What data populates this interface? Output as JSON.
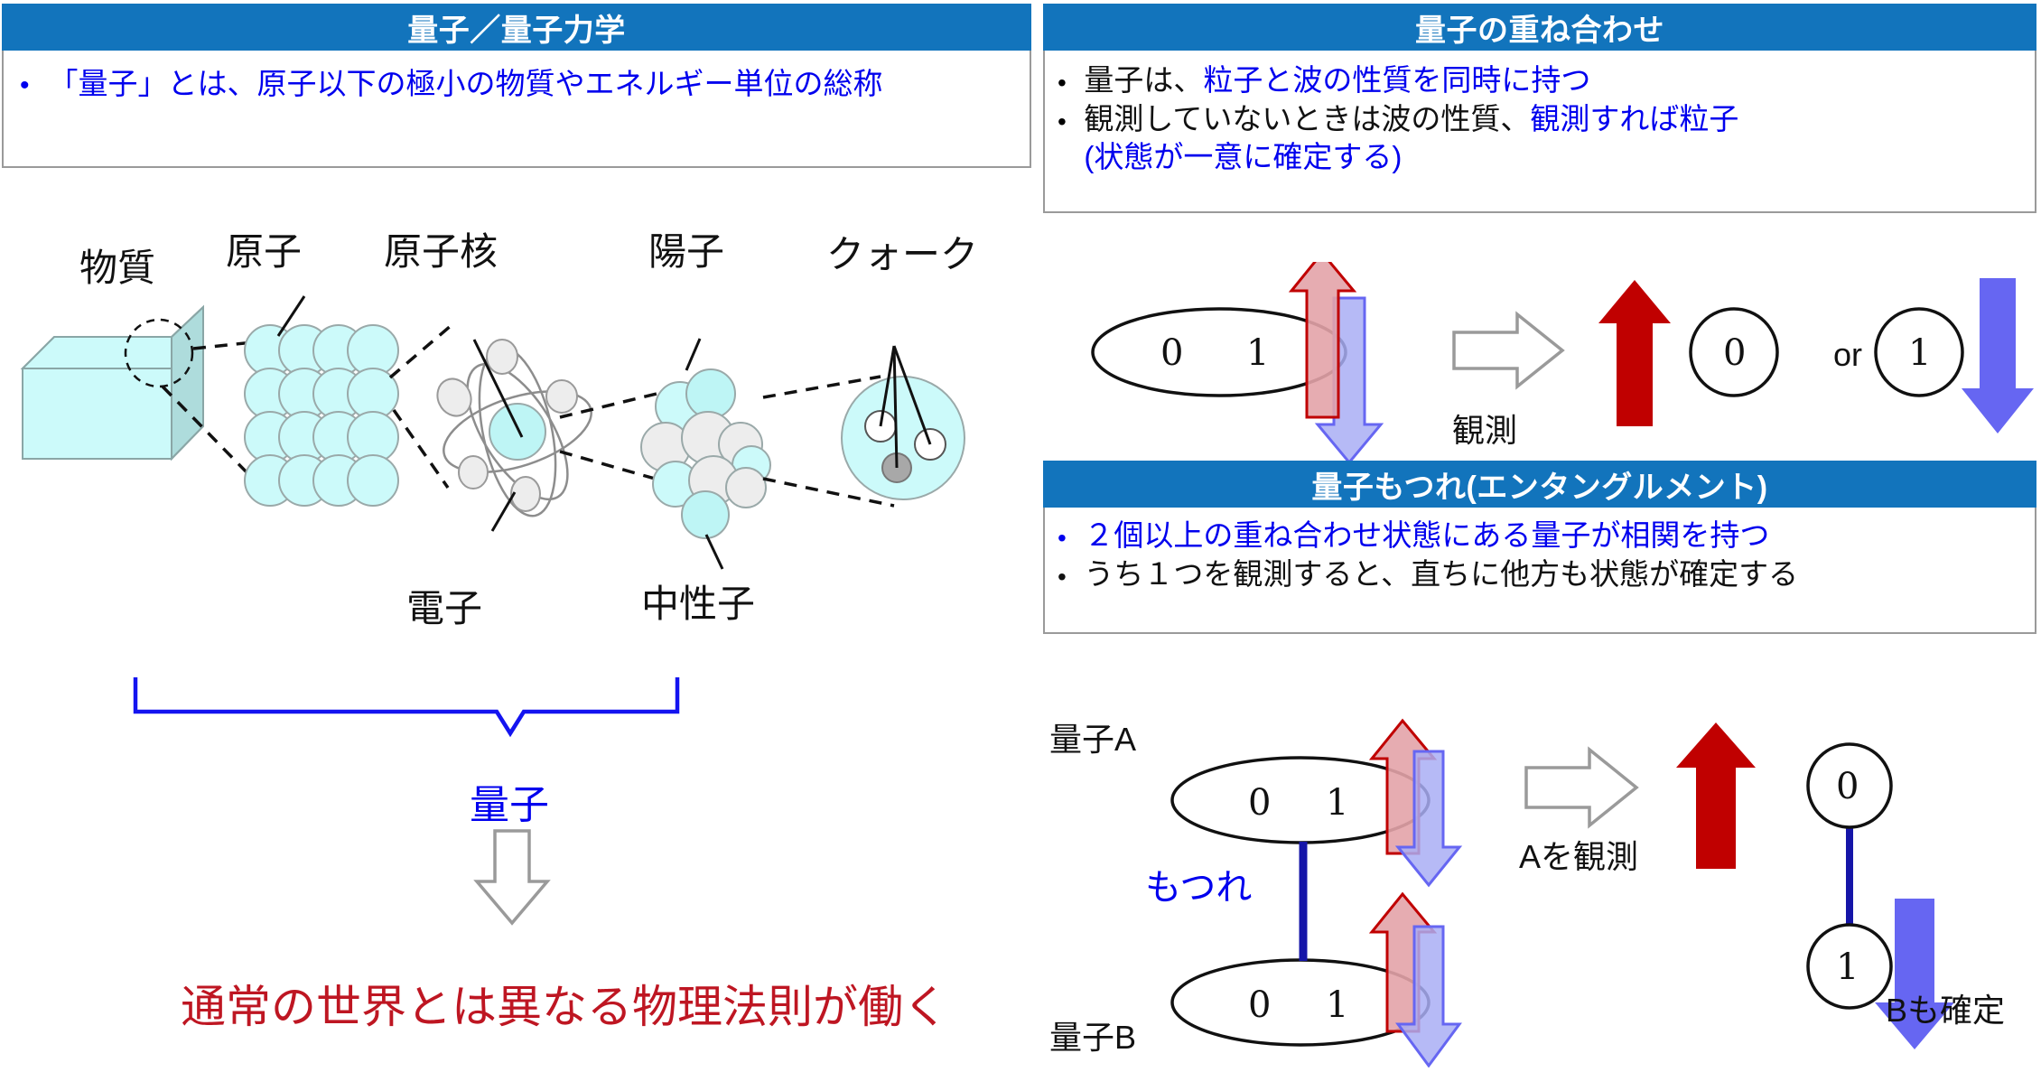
{
  "panels": {
    "quantum": {
      "title": "量子／量子力学",
      "bullets": [
        {
          "dot": "•",
          "text": "「量子」とは、原子以下の極小の物質やエネルギー単位の総称",
          "color": "blue"
        }
      ]
    },
    "superposition": {
      "title": "量子の重ね合わせ",
      "bullets": [
        {
          "dot": "•",
          "lead": "量子は、",
          "highlight": "粒子と波の性質を同時に持つ"
        },
        {
          "dot": "•",
          "lead": "観測していないときは波の性質、",
          "highlight": "観測すれば粒子",
          "highlight2": "(状態が一意に確定する)"
        }
      ]
    },
    "entanglement": {
      "title": "量子もつれ(エンタングルメント)",
      "bullets": [
        {
          "dot": "•",
          "text": "２個以上の重ね合わせ状態にある量子が相関を持つ",
          "color": "blue"
        },
        {
          "dot": "•",
          "text": "うち１つを観測すると、直ちに他方も状態が確定する",
          "color": "black"
        }
      ]
    }
  },
  "matter_diagram": {
    "labels": {
      "matter": "物質",
      "atom": "原子",
      "nucleus": "原子核",
      "proton": "陽子",
      "quark": "クォーク",
      "electron": "電子",
      "neutron": "中性子"
    },
    "brace_result": "量子",
    "conclusion": "通常の世界とは異なる物理法則が働く"
  },
  "superposition_diagram": {
    "state_bits": [
      "0",
      "1"
    ],
    "measure_label": "観測",
    "result_zero": "0",
    "or_label": "or",
    "result_one": "1"
  },
  "entanglement_diagram": {
    "label_a": "量子A",
    "label_b": "量子B",
    "link_label": "もつれ",
    "state_bits_a": [
      "0",
      "1"
    ],
    "state_bits_b": [
      "0",
      "1"
    ],
    "measure_label": "Aを観測",
    "result_a": "0",
    "result_b": "1",
    "result_note": "Bも確定"
  },
  "colors": {
    "header_blue": "#1274BC",
    "text_blue": "#0000EE",
    "accent_red": "#BE1622",
    "arrow_red": "#C00000",
    "arrow_blue": "#6666F2",
    "cyan_fill": "#CCFAFA",
    "grey_fill": "#EDEDED",
    "link_navy": "#1515A8",
    "brace_blue": "#1414F0"
  }
}
